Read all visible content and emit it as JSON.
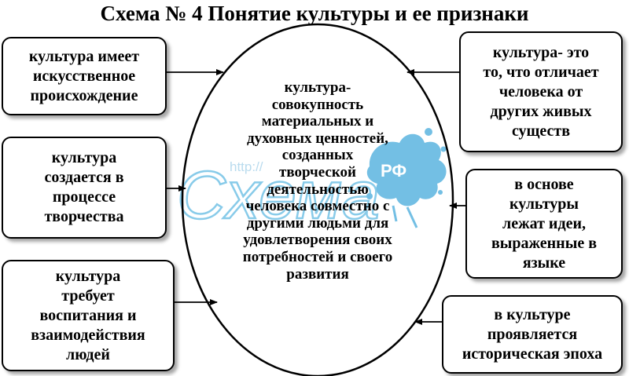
{
  "title": "Схема № 4 Понятие культуры и ее признаки",
  "center": "культура-\nсовокупность\nматериальных и\nдуховных ценностей,\nсозданных\nтворческой\nдеятельностью\nчеловека совместно с\nдругими людьми для\nудовлетворения своих\nпотребностей и своего\nразвития",
  "left_boxes": [
    "культура имеет\nискусственное\nпроисхождение",
    "культура\nсоздается в\nпроцессе\nтворчества",
    "культура\nтребует\nвоспитания и\nвзаимодействия\nлюдей"
  ],
  "right_boxes": [
    "культура- это\nто, что отличает\nчеловека от\nдругих живых\nсуществ",
    "в основе\nкультуры\nлежат идеи,\nвыраженные  в\nязыке",
    "в культуре\nпроявляется\nисторическая эпоха"
  ],
  "watermark": {
    "link": "http://",
    "word": "Схема",
    "badge": "РФ",
    "color": "#5bb5e0"
  }
}
